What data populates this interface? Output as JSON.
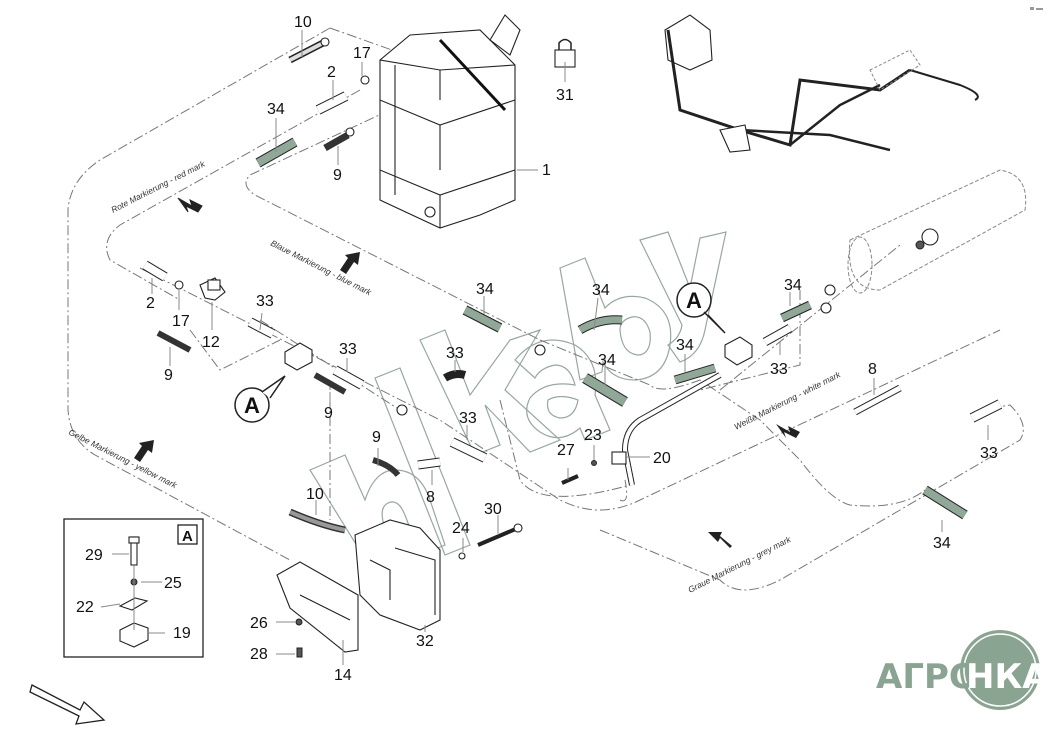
{
  "diagram": {
    "type": "exploded-parts-view",
    "subject": "fluid tank and hose routing assembly",
    "accent_colors": {
      "hose_green": "#8fa897",
      "watermark": "#8aa092",
      "logo": "#8aa492"
    }
  },
  "route_labels": {
    "red": "Rote Markierung - red mark",
    "blue": "Blaue Markierung - blue mark",
    "yellow": "Gelbe Markierung - yellow mark",
    "white": "Weiße Markierung - white mark",
    "grey": "Graue Markierung - grey mark"
  },
  "callouts": {
    "c10a": "10",
    "c17a": "17",
    "c2a": "2",
    "c34a": "34",
    "c9a": "9",
    "c1": "1",
    "c31": "31",
    "c2b": "2",
    "c17b": "17",
    "c12": "12",
    "c33a": "33",
    "c9b": "9",
    "c33b": "33",
    "c9c": "9",
    "c34b": "34",
    "c34c": "34",
    "c34d": "34",
    "c34e": "34",
    "c34f": "34",
    "c33c": "33",
    "c33d": "33",
    "c33e": "33",
    "c33f": "33",
    "c9d": "9",
    "c8a": "8",
    "c10b": "10",
    "c27": "27",
    "c23": "23",
    "c20": "20",
    "c8b": "8",
    "c30": "30",
    "c24": "24",
    "c32": "32",
    "c26": "26",
    "c28": "28",
    "c14": "14",
    "c34g": "34"
  },
  "detail_markers": {
    "marker_a_left": "A",
    "marker_a_right": "A"
  },
  "detail_box": {
    "title": "A",
    "callouts": {
      "c29": "29",
      "c25": "25",
      "c22": "22",
      "c19": "19"
    }
  },
  "watermark": {
    "text": "nika.by"
  },
  "logo": {
    "left": "АГРО",
    "right": "НКА"
  },
  "icons": {
    "lock": "padlock-icon",
    "direction": "direction-arrow-icon",
    "orientation": "orientation-arrow-icon"
  }
}
